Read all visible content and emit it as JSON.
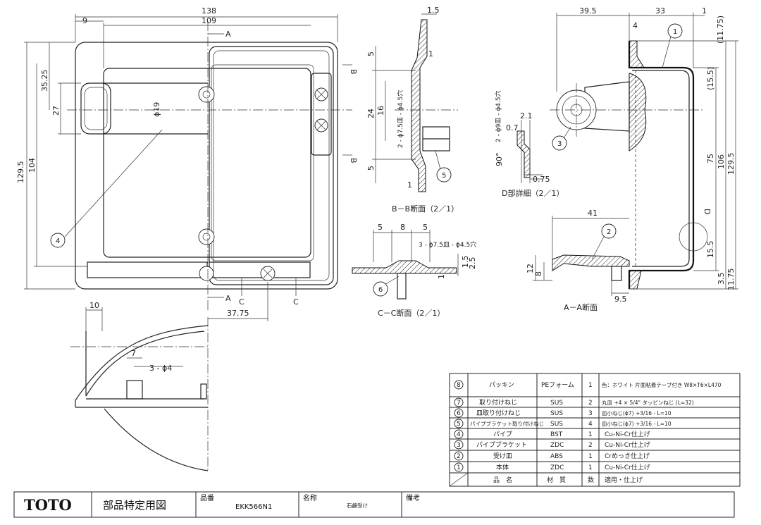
{
  "front_view": {
    "dims": {
      "overall_width": "138",
      "inner_width": "109",
      "left_offset": "9",
      "height_overall": "129.5",
      "height_inner": "104",
      "top_offset": "35.25",
      "pipe_height": "27",
      "pipe_dia": "ϕ19",
      "screw_spacing": "37.75"
    },
    "section_marks": {
      "a": "A",
      "b": "B",
      "c": "C"
    },
    "balloon": "4"
  },
  "side_view": {
    "dims": {
      "slot_width": "10",
      "hole_pitch": "7",
      "holes": "3 - ϕ4"
    }
  },
  "section_bb": {
    "dims": {
      "thickness": "1.5",
      "d1": "5",
      "d2": "1",
      "d3": "24",
      "d4": "16",
      "d5": "2 - ϕ7.5皿 - ϕ4.5穴",
      "d6": "5",
      "d7": "1"
    },
    "balloon": "5",
    "title": "B－B断面（2／1）"
  },
  "section_cc": {
    "dims": {
      "a": "5",
      "b": "8",
      "c": "5",
      "holes": "3 - ϕ7.5皿 - ϕ4.5穴",
      "h1": "1.5",
      "h2": "2.5",
      "h3": "1"
    },
    "balloon": "6",
    "title": "C－C断面（2／1）"
  },
  "detail_d": {
    "dims": {
      "holes": "2 - ϕ9皿 - ϕ4.5穴",
      "t1": "0.7",
      "t2": "2.1",
      "angle": "90°",
      "t3": "0.75"
    },
    "title": "D部詳細（2／1）"
  },
  "section_aa": {
    "dims": {
      "w1": "39.5",
      "w2": "33",
      "w3": "1",
      "top_gap": "(11.75)",
      "d1": "4",
      "inner": "(15.5)",
      "h75": "75",
      "h106": "106",
      "h1295": "129.5",
      "len41": "41",
      "h12": "12",
      "h8": "8",
      "d95": "9.5",
      "inner2": "15.5",
      "b35": "3.5",
      "b1175": "11.75",
      "mark_d": "D"
    },
    "balloons": [
      "1",
      "3",
      "2"
    ],
    "title": "A－A断面"
  },
  "parts_table": {
    "rows": [
      {
        "no": "8",
        "name": "パッキン",
        "material": "PEフォーム",
        "qty": "1",
        "note": "色：ホワイト 片面粘着テープ付き W8×T6×L470"
      },
      {
        "no": "7",
        "name": "取り付けねじ",
        "material": "SUS",
        "qty": "2",
        "note": "丸皿 +4 × 5/4\" タッピンねじ (L=32)"
      },
      {
        "no": "6",
        "name": "皿取り付けねじ",
        "material": "SUS",
        "qty": "3",
        "note": "皿小ねじ(ϕ7) +3/16 - L=10"
      },
      {
        "no": "5",
        "name": "パイプブラケット取り付けねじ",
        "material": "SUS",
        "qty": "4",
        "note": "皿小ねじ(ϕ7) +3/16 - L=10"
      },
      {
        "no": "4",
        "name": "パイプ",
        "material": "BST",
        "qty": "1",
        "note": "Cu-Ni-Cr仕上げ"
      },
      {
        "no": "3",
        "name": "パイプブラケット",
        "material": "ZDC",
        "qty": "2",
        "note": "Cu-Ni-Cr仕上げ"
      },
      {
        "no": "2",
        "name": "受け皿",
        "material": "ABS",
        "qty": "1",
        "note": "Crめっき仕上げ"
      },
      {
        "no": "1",
        "name": "本体",
        "material": "ZDC",
        "qty": "1",
        "note": "Cu-Ni-Cr仕上げ"
      }
    ],
    "header": {
      "name": "品　名",
      "material": "材　質",
      "qty": "数",
      "note": "適用・仕上げ"
    }
  },
  "title_block": {
    "logo": "TOTO",
    "doc_type": "部品特定用図",
    "part_no_label": "品番",
    "part_no": "EKK566N1",
    "name_label": "名称",
    "name": "石鹸受け",
    "remarks_label": "備考"
  }
}
